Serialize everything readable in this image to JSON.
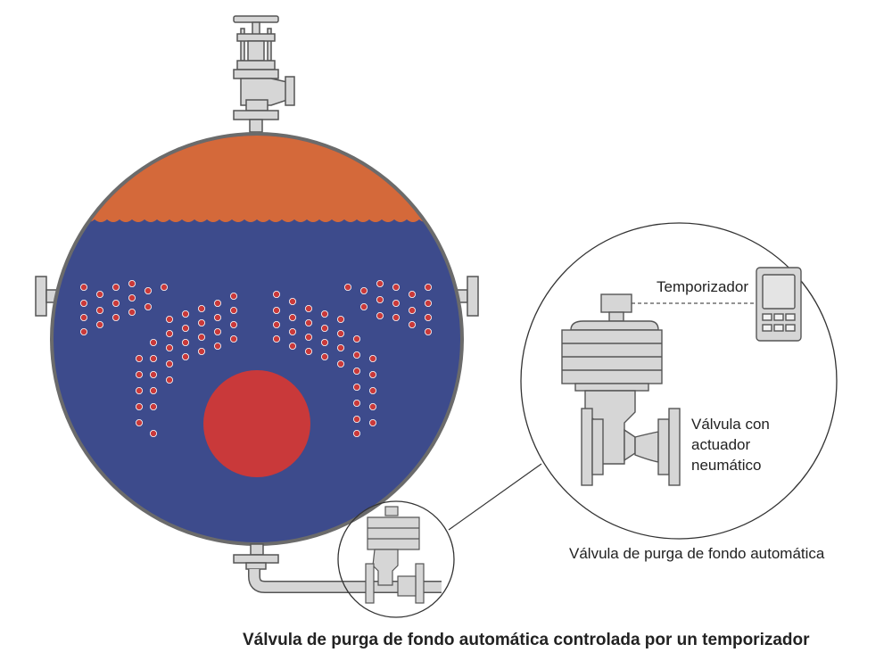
{
  "labels": {
    "timer": "Temporizador",
    "valve_line1": "Válvula con",
    "valve_line2": "actuador",
    "valve_line3": "neumático",
    "detail_caption": "Válvula de purga de fondo automática",
    "main_caption": "Válvula de purga de fondo automática controlada por un temporizador"
  },
  "colors": {
    "steam": "#d4693a",
    "water": "#3d4b8c",
    "fire_tube": "#c9393a",
    "bubble": "#c9393a",
    "shell": "#6b6b6b",
    "metal": "#d6d6d6",
    "metal_stroke": "#555555"
  },
  "icons": {
    "top_valve": "globe-valve-icon",
    "timer": "timer-icon",
    "actuator_valve": "pneumatic-actuated-valve-icon"
  }
}
